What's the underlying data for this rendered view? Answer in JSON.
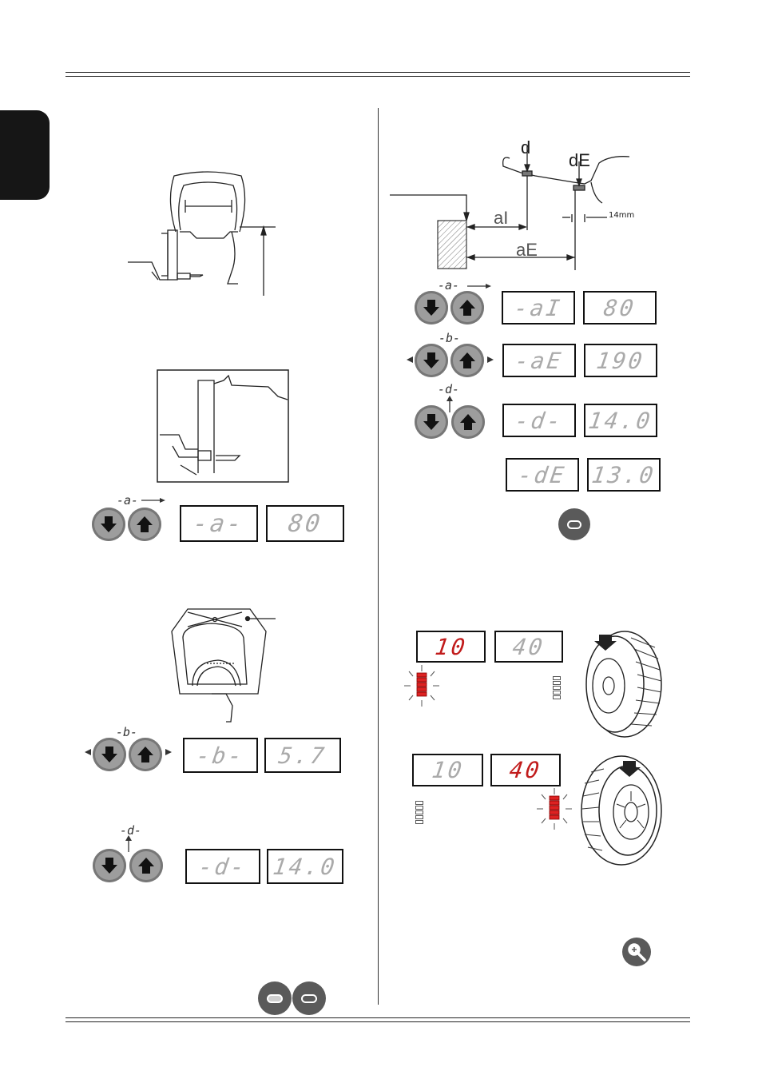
{
  "language_tab": "",
  "diagram_labels": {
    "d": "d",
    "dE": "dE",
    "aI": "aI",
    "aE": "aE",
    "mm14": "14mm"
  },
  "key_labels": {
    "a": "-a-",
    "b": "-b-",
    "d": "-d-"
  },
  "displays": {
    "left_a": {
      "left": "-a-",
      "right": "80"
    },
    "left_b": {
      "left": "-b-",
      "right": "5.7"
    },
    "left_d": {
      "left": "-d-",
      "right": "14.0"
    },
    "right_ai": {
      "left": "-aI",
      "right": "80"
    },
    "right_ae": {
      "left": "-aE",
      "right": "190"
    },
    "right_d": {
      "left": "-d-",
      "right": "14.0"
    },
    "right_de": {
      "left": "-dE",
      "right": "13.0"
    },
    "pos1": {
      "left": "10",
      "right": "40"
    },
    "pos2": {
      "left": "10",
      "right": "40"
    }
  },
  "colors": {
    "lcd_active": "#c11b1b",
    "button": "#9d9d9d",
    "pill": "#5a5a5a"
  },
  "icons": [
    "arrow-down-icon",
    "arrow-up-icon",
    "enter-pill-icon",
    "zoom-icon",
    "tyre-icon"
  ]
}
